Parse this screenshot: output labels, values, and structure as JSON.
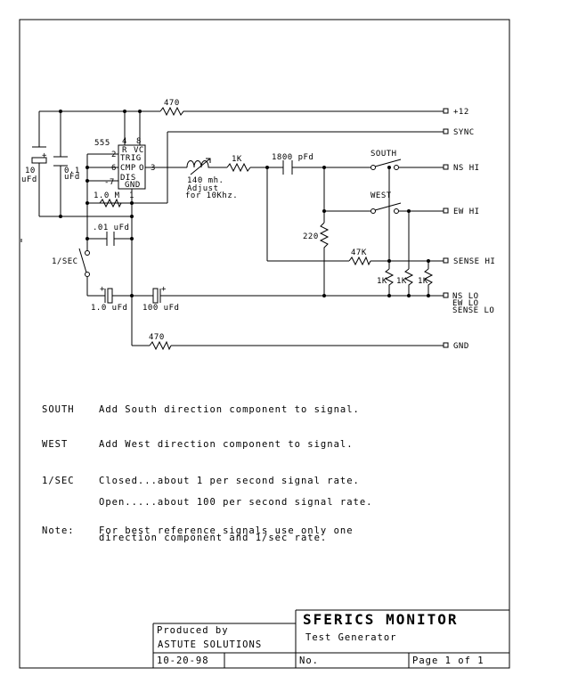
{
  "labels": {
    "r470_top": "470",
    "plus12": "+12",
    "ic555": "555",
    "pin4": "4",
    "pin8": "8",
    "pin2": "2",
    "pin6": "6",
    "pin7": "-7",
    "pin1": "1",
    "pin3": "3",
    "ic_r": "R",
    "ic_vc": "VC",
    "ic_trig": "TRIG",
    "ic_cmp": "CMP",
    "ic_o": "O",
    "ic_dis": "DIS",
    "ic_gnd": "GND",
    "sync": "SYNC",
    "cap10": "10",
    "cap10_unit": "uFd",
    "cap01": "0.1",
    "cap01_unit": "uFd",
    "ind_val": "140 mh.",
    "ind_adj1": "Adjust",
    "ind_adj2": "for 10Khz.",
    "r1k": "1K",
    "cap1800": "1800 pFd",
    "south": "SOUTH",
    "west": "WEST",
    "ns_hi": "NS HI",
    "ew_hi": "EW HI",
    "r1m": "1.0 M",
    "cap_01uf": ".01 uFd",
    "r220": "220",
    "r47k": "47K",
    "sense_hi": "SENSE HI",
    "sw1sec": "1/SEC",
    "r1k_a": "1K",
    "r1k_b": "1K",
    "r1k_c": "1K",
    "ns_lo": "NS LO",
    "ew_lo": "EW LO",
    "sense_lo": "SENSE LO",
    "cap1uf": "1.0 uFd",
    "cap100uf": "100 uFd",
    "r470_bot": "470",
    "gnd": "GND",
    "plus_a": "+",
    "plus_b": "+",
    "plus_c": "+"
  },
  "notes": [
    {
      "key": "SOUTH",
      "text": "Add South direction component to signal."
    },
    {
      "key": "WEST",
      "text": "Add West direction component to signal."
    },
    {
      "key": "1/SEC",
      "text": "Closed...about 1 per second signal rate."
    },
    {
      "key": "",
      "text": "Open.....about 100 per second signal rate."
    },
    {
      "key": "Note:",
      "text": "For best reference signals use only one",
      "text2": "direction component and 1/sec rate."
    }
  ],
  "title_block": {
    "produced_by": "Produced by",
    "company": "ASTUTE SOLUTIONS",
    "date": "10-20-98",
    "title": "SFERICS MONITOR",
    "subtitle": "Test Generator",
    "no_label": "No.",
    "page": "Page  1 of 1"
  }
}
